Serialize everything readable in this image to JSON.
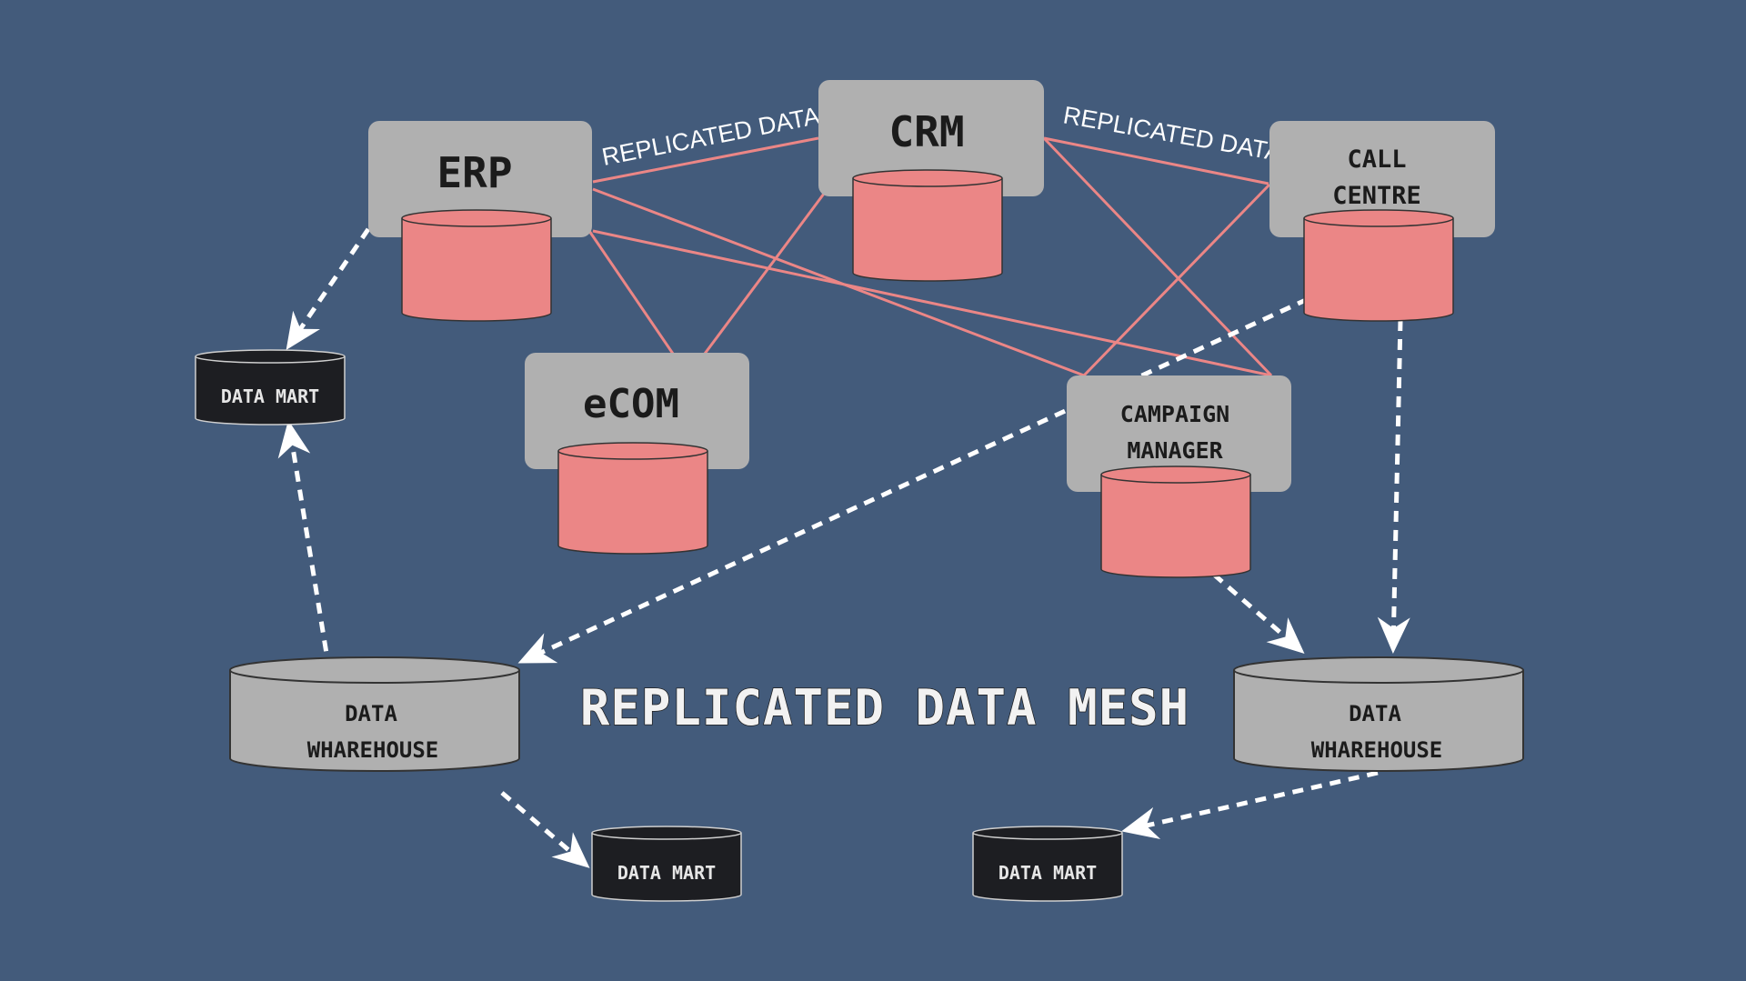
{
  "diagram": {
    "title": "REPLICATED DATA MESH",
    "colors": {
      "background": "#435b7b",
      "system_box": "#b0b0b0",
      "database": "#eb8686",
      "replication_line": "#eb8686",
      "warehouse": "#b0b0b0",
      "data_mart": "#1d1e22",
      "flow_arrow": "#ffffff"
    },
    "systems": {
      "erp": {
        "label": "ERP"
      },
      "crm": {
        "label": "CRM"
      },
      "call_centre": {
        "label_line1": "CALL",
        "label_line2": "CENTRE"
      },
      "ecom": {
        "label": "eCOM"
      },
      "campaign_manager": {
        "label_line1": "CAMPAIGN",
        "label_line2": "MANAGER"
      }
    },
    "warehouses": {
      "left": {
        "label_line1": "DATA",
        "label_line2": "WHAREHOUSE"
      },
      "right": {
        "label_line1": "DATA",
        "label_line2": "WHAREHOUSE"
      }
    },
    "data_marts": {
      "top_left": {
        "label": "DATA MART"
      },
      "bottom_center": {
        "label": "DATA MART"
      },
      "bottom_right": {
        "label": "DATA MART"
      }
    },
    "edge_labels": {
      "erp_crm": "REPLICATED DATA",
      "crm_call_centre": "REPLICATED DATA"
    }
  }
}
